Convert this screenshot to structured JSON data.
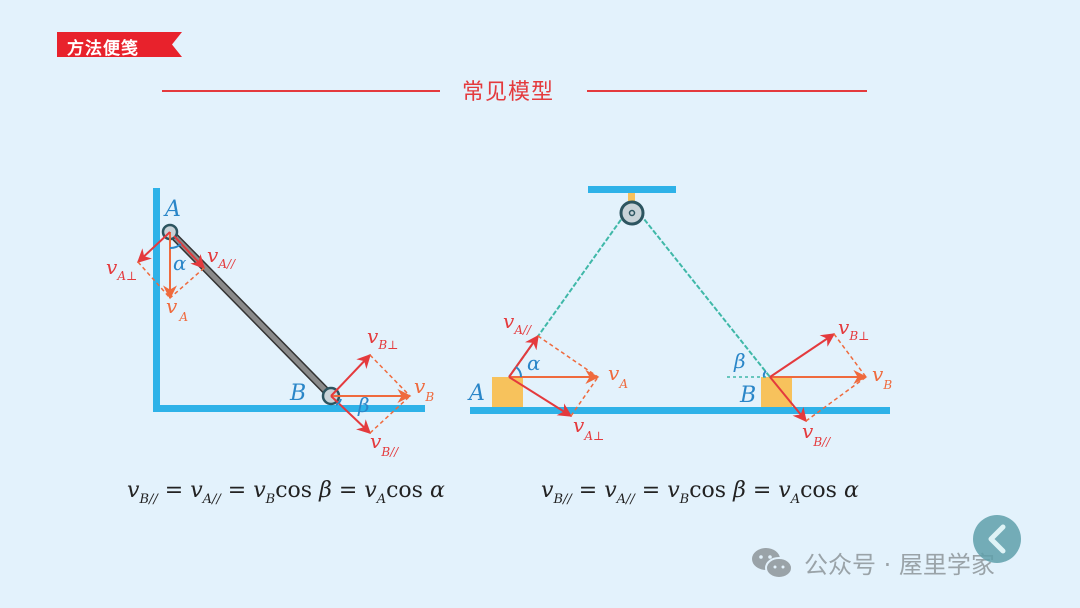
{
  "header": {
    "tag_label": "方法便笺",
    "section_title": "常见模型",
    "colors": {
      "background": "#e3f2fc",
      "accent_red": "#e43a3d",
      "structure_blue": "#2eb2e8",
      "label_blue": "#2a86c8",
      "vector_red": "#e43a3d",
      "vector_orange": "#ef6a3d",
      "block_yellow": "#f7c25c",
      "rope_teal": "#3fb8a8",
      "rod_gray": "#7a7a7a"
    }
  },
  "left_diagram": {
    "point_a": "A",
    "point_b": "B",
    "angle_alpha": "α",
    "angle_beta": "β",
    "vA": {
      "main": "v",
      "sub": "A"
    },
    "vA_par": {
      "main": "v",
      "sub": "A//"
    },
    "vA_perp": {
      "main": "v",
      "sub": "A⊥"
    },
    "vB": {
      "main": "v",
      "sub": "B"
    },
    "vB_par": {
      "main": "v",
      "sub": "B//"
    },
    "vB_perp": {
      "main": "v",
      "sub": "B⊥"
    }
  },
  "right_diagram": {
    "point_a": "A",
    "point_b": "B",
    "angle_alpha": "α",
    "angle_beta": "β",
    "vA": {
      "main": "v",
      "sub": "A"
    },
    "vA_par": {
      "main": "v",
      "sub": "A//"
    },
    "vA_perp": {
      "main": "v",
      "sub": "A⊥"
    },
    "vB": {
      "main": "v",
      "sub": "B"
    },
    "vB_par": {
      "main": "v",
      "sub": "B//"
    },
    "vB_perp": {
      "main": "v",
      "sub": "B⊥"
    }
  },
  "formulas": {
    "left": {
      "v": "v",
      "sub_b_par": "B//",
      "eq": "=",
      "sub_a_par": "A//",
      "sub_b": "B",
      "cos": "cos",
      "beta": "β",
      "sub_a": "A",
      "alpha": "α"
    },
    "right": {
      "v": "v",
      "sub_b_par": "B//",
      "eq": "=",
      "sub_a_par": "A//",
      "sub_b": "B",
      "cos": "cos",
      "beta": "β",
      "sub_a": "A",
      "alpha": "α"
    }
  },
  "watermark": {
    "icon": "wechat-icon",
    "text": "公众号 · 屋里学家"
  },
  "back_button": {
    "icon": "chevron-left-icon"
  }
}
